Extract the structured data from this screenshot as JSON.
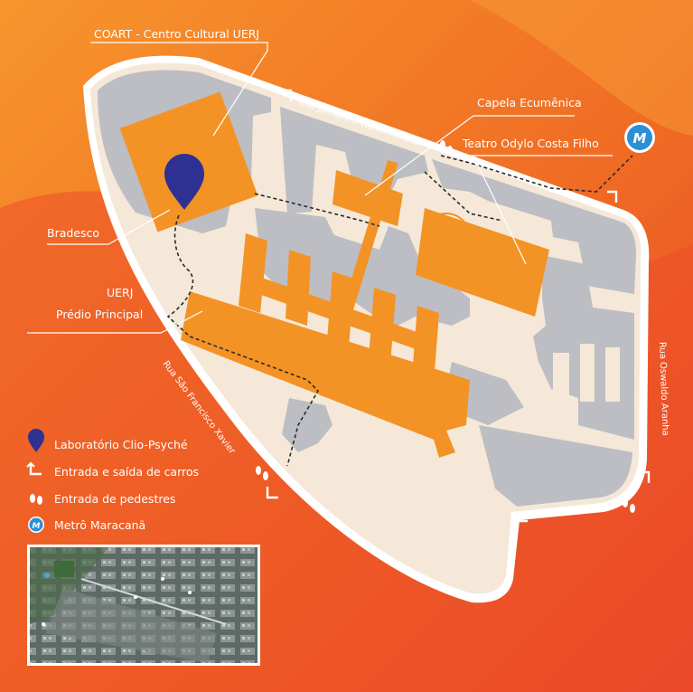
{
  "colors": {
    "background": "#ee5a26",
    "background_light": "#f58a2a",
    "campus_ground": "#f5e8d8",
    "building_gray": "#bcbec3",
    "building_orange": "#f39325",
    "outline": "#ffffff",
    "marker": "#2e3192",
    "metro": "#2b8fd6"
  },
  "callouts": {
    "coart": "COART - Centro Cultural UERJ",
    "capela": "Capela Ecumênica",
    "teatro": "Teatro Odylo Costa Filho",
    "bradesco": "Bradesco",
    "uerj_line1": "UERJ",
    "uerj_line2": "Prédio Principal"
  },
  "streets": {
    "north": "Rua Jornalista Waldir Amaral",
    "west": "Rua São Francisco Xavier",
    "east": "Rua Oswaldo Aranha"
  },
  "legend": {
    "items": [
      {
        "icon": "map-pin-icon",
        "label": "Laboratório Clio-Psyché"
      },
      {
        "icon": "car-entrance-icon",
        "label": "Entrada e saída de carros"
      },
      {
        "icon": "footprints-icon",
        "label": "Entrada de pedestres"
      },
      {
        "icon": "metro-icon",
        "label": "Metrô Maracanã"
      }
    ]
  },
  "metro_letter": "M"
}
